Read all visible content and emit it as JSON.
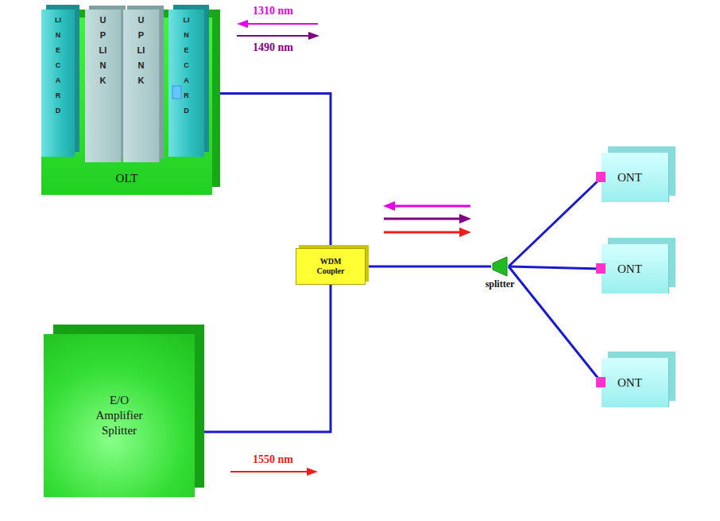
{
  "diagram": {
    "nodes": [
      {
        "text": [
          "OLT"
        ]
      },
      {
        "text": [
          "LINE CARD"
        ],
        "in": 0
      },
      {
        "text": [
          "UPLINK"
        ],
        "in": 0
      },
      {
        "text": [
          "UPLINK"
        ],
        "in": 0
      },
      {
        "text": [
          "LINE CARD"
        ],
        "in": 0
      },
      {
        "text": [
          "E/O Amplifier Splitter"
        ]
      },
      {
        "text": [
          "WDM Coupler"
        ]
      },
      {
        "text": [
          "splitter"
        ]
      },
      {
        "text": [
          "ONT"
        ]
      },
      {
        "text": [
          "ONT"
        ]
      },
      {
        "text": [
          "ONT"
        ]
      }
    ],
    "edges": [
      {
        "from": 4,
        "to": 6,
        "arrow": "none"
      },
      {
        "from": 5,
        "to": 6,
        "arrow": "none"
      },
      {
        "from": 6,
        "to": 7,
        "arrow": "none"
      },
      {
        "from": 7,
        "to": 8,
        "arrow": "none"
      },
      {
        "from": 7,
        "to": 9,
        "arrow": "none"
      },
      {
        "from": 7,
        "to": 10,
        "arrow": "none"
      }
    ],
    "labels": [
      "1310 nm",
      "1490 nm",
      "1550 nm"
    ]
  }
}
